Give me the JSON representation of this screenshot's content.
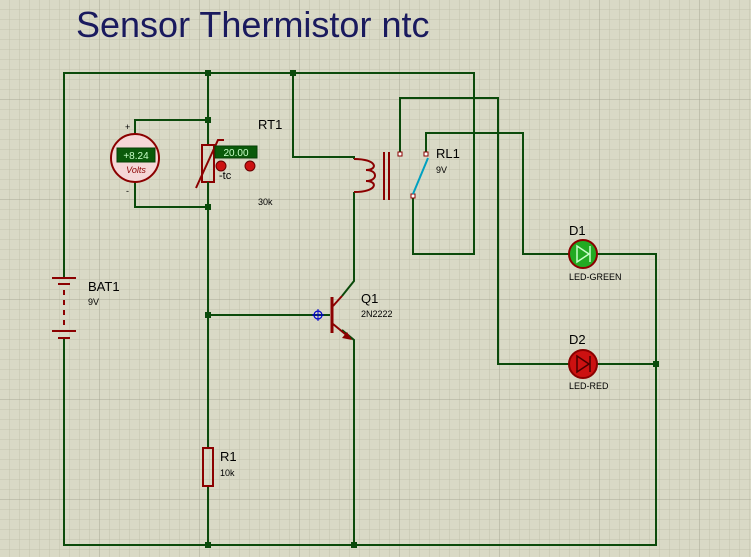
{
  "title": "Sensor Thermistor ntc",
  "colors": {
    "background": "#d9d9c6",
    "grid": "#c6c6b0",
    "grid_major": "#b5b5a0",
    "wire": "#0b4a0b",
    "component": "#8b0000",
    "title": "#1a1a5e",
    "relay_switch": "#00a0c0",
    "led_green": "#22aa22",
    "led_red": "#cc1111",
    "display_bg": "#0a5a0a",
    "display_text": "#c8ffc8"
  },
  "components": {
    "rt1": {
      "ref": "RT1",
      "value": "30k",
      "display": "20.00",
      "marking": "-tc"
    },
    "rl1": {
      "ref": "RL1",
      "value": "9V"
    },
    "d1": {
      "ref": "D1",
      "value": "LED-GREEN"
    },
    "d2": {
      "ref": "D2",
      "value": "LED-RED"
    },
    "bat1": {
      "ref": "BAT1",
      "value": "9V"
    },
    "q1": {
      "ref": "Q1",
      "value": "2N2222"
    },
    "r1": {
      "ref": "R1",
      "value": "10k"
    }
  },
  "voltmeter": {
    "reading": "+8.24",
    "unit": "Volts",
    "plus_label": "+",
    "minus_label": "-"
  }
}
